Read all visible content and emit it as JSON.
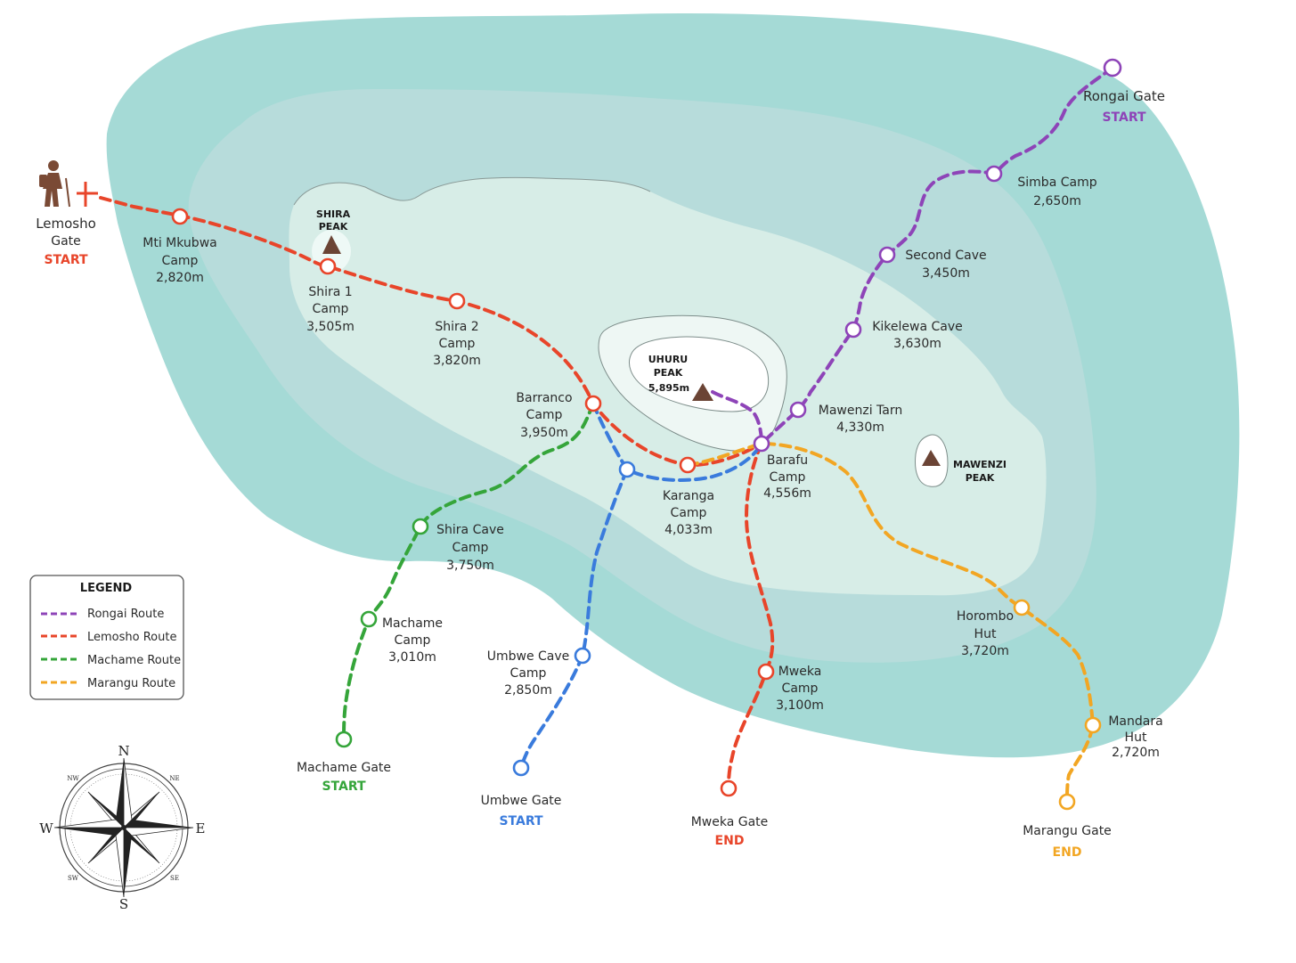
{
  "colors": {
    "rongai": "#8e44b8",
    "lemosho": "#e8452a",
    "machame": "#35a53a",
    "umbwe": "#3a7bdc",
    "marangu": "#f2a623",
    "zone_outer": "#a5dad6",
    "zone_mid": "#b6dcdb",
    "zone_inner": "#d6ece6",
    "zone_summit": "#f2f8f6"
  },
  "peaks": {
    "shira": {
      "line1": "SHIRA",
      "line2": "PEAK"
    },
    "uhuru": {
      "line1": "UHURU",
      "line2": "PEAK",
      "line3": "5,895m"
    },
    "mawenzi": {
      "line1": "MAWENZI",
      "line2": "PEAK"
    }
  },
  "gates": {
    "lemosho": {
      "name1": "Lemosho",
      "name2": "Gate",
      "tag": "START",
      "icon": "hiker-icon"
    },
    "rongai": {
      "name": "Rongai Gate",
      "tag": "START"
    },
    "machame": {
      "name": "Machame Gate",
      "tag": "START"
    },
    "umbwe": {
      "name": "Umbwe Gate",
      "tag": "START"
    },
    "mweka": {
      "name": "Mweka Gate",
      "tag": "END"
    },
    "marangu": {
      "name": "Marangu Gate",
      "tag": "END"
    }
  },
  "camps": {
    "mti_mkubwa": {
      "l1": "Mti Mkubwa",
      "l2": "Camp",
      "l3": "2,820m"
    },
    "shira1": {
      "l1": "Shira 1",
      "l2": "Camp",
      "l3": "3,505m"
    },
    "shira2": {
      "l1": "Shira 2",
      "l2": "Camp",
      "l3": "3,820m"
    },
    "barranco": {
      "l1": "Barranco",
      "l2": "Camp",
      "l3": "3,950m"
    },
    "karanga": {
      "l1": "Karanga",
      "l2": "Camp",
      "l3": "4,033m"
    },
    "barafu": {
      "l1": "Barafu",
      "l2": "Camp",
      "l3": "4,556m"
    },
    "shira_cave": {
      "l1": "Shira Cave",
      "l2": "Camp",
      "l3": "3,750m"
    },
    "machame": {
      "l1": "Machame",
      "l2": "Camp",
      "l3": "3,010m"
    },
    "umbwe_cave": {
      "l1": "Umbwe Cave",
      "l2": "Camp",
      "l3": "2,850m"
    },
    "mweka": {
      "l1": "Mweka",
      "l2": "Camp",
      "l3": "3,100m"
    },
    "horombo": {
      "l1": "Horombo",
      "l2": "Hut",
      "l3": "3,720m"
    },
    "mandara": {
      "l1": "Mandara",
      "l2": "Hut",
      "l3": "2,720m"
    },
    "simba": {
      "l1": "Simba Camp",
      "l2": "2,650m"
    },
    "second_cave": {
      "l1": "Second Cave",
      "l2": "3,450m"
    },
    "kikelewa": {
      "l1": "Kikelewa Cave",
      "l2": "3,630m"
    },
    "mawenzi_tarn": {
      "l1": "Mawenzi Tarn",
      "l2": "4,330m"
    }
  },
  "legend": {
    "title": "LEGEND",
    "items": [
      {
        "label": "Rongai Route",
        "color": "#8e44b8"
      },
      {
        "label": "Lemosho Route",
        "color": "#e8452a"
      },
      {
        "label": "Machame Route",
        "color": "#35a53a"
      },
      {
        "label": "Marangu Route",
        "color": "#f2a623"
      }
    ]
  },
  "compass": {
    "n": "N",
    "s": "S",
    "e": "E",
    "w": "W",
    "ne": "NE",
    "nw": "NW",
    "se": "SE",
    "sw": "SW"
  }
}
